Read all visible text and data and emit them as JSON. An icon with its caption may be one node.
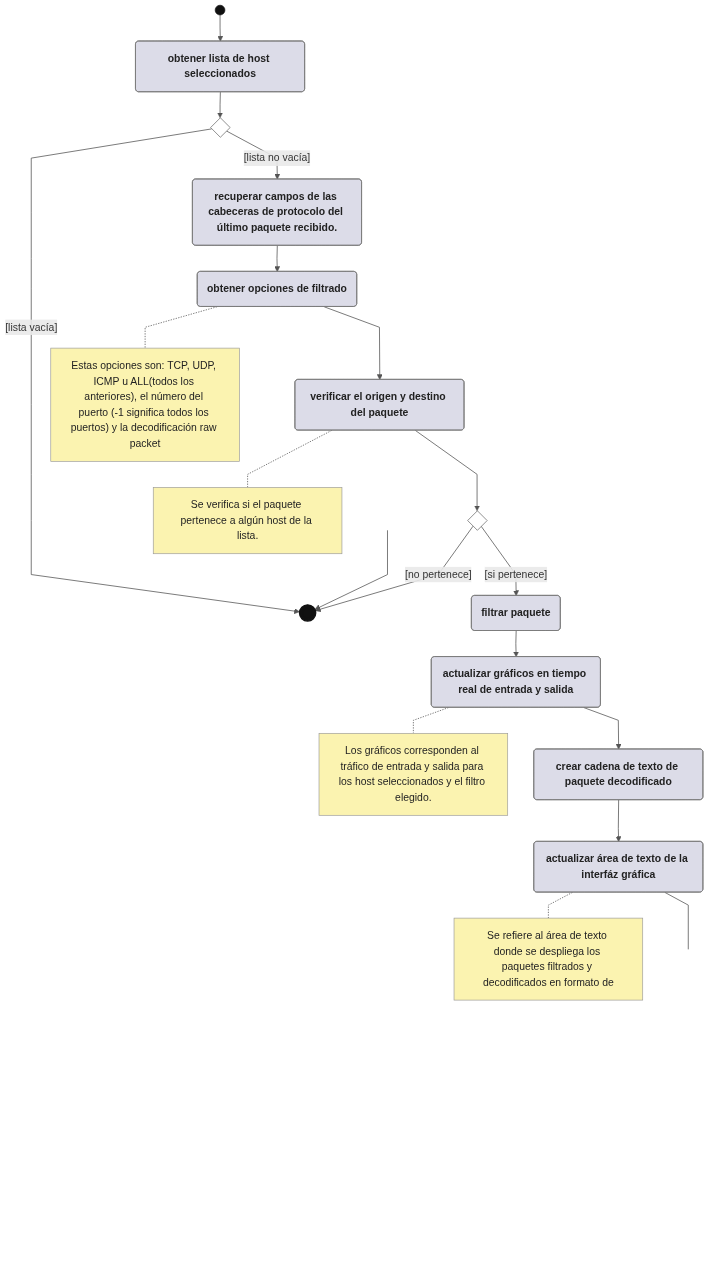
{
  "diagram": {
    "nodes": [
      {
        "text": [],
        "shape": "circle"
      },
      {
        "text": [
          "obtener lista de host seleccionados"
        ]
      },
      {
        "text": [],
        "shape": "diamond"
      },
      {
        "text": [],
        "shape": "circle"
      },
      {
        "text": [
          "recuperar campos de las cabeceras de protocolo del último paquete recibido."
        ]
      },
      {
        "text": [
          "obtener opciones de filtrado"
        ]
      },
      {
        "text": [
          "Estas opciones son: TCP, UDP, ICMP u ALL(todos los anteriores), el número del puerto (-1 significa todos los puertos) y la decodificación raw packet"
        ]
      },
      {
        "text": [
          "verificar el origen y destino del paquete"
        ]
      },
      {
        "text": [
          "Se verifica si el paquete pertenece a algún host de la lista."
        ]
      },
      {
        "text": [],
        "shape": "diamond"
      },
      {
        "text": [
          "filtrar paquete"
        ]
      },
      {
        "text": [
          "actualizar gráficos en tiempo real de entrada y salida"
        ]
      },
      {
        "text": [
          "Los gráficos corresponden al tráfico de entrada y salida para los host seleccionados y el filtro elegido."
        ]
      },
      {
        "text": [
          "crear cadena de texto de paquete decodificado"
        ]
      },
      {
        "text": [
          "actualizar área de texto de la interfáz gráfica"
        ]
      },
      {
        "text": [
          "Se refiere al área de texto donde se despliega los paquetes filtrados y decodificados en formato de"
        ]
      }
    ],
    "edges": [
      {
        "from": 0,
        "to": 1,
        "arrow": "to"
      },
      {
        "from": 1,
        "to": 2,
        "arrow": "to"
      },
      {
        "from": 2,
        "to": 3,
        "arrow": "to",
        "label": "[lista vacía]"
      },
      {
        "from": 2,
        "to": 4,
        "arrow": "to",
        "label": "[lista no vacía]"
      },
      {
        "from": null,
        "to": 3,
        "arrow": "to"
      },
      {
        "from": 4,
        "to": 5,
        "arrow": "to"
      },
      {
        "from": 5,
        "to": 6,
        "arrow": "none",
        "style": "dashed"
      },
      {
        "from": 5,
        "to": 7,
        "arrow": "to"
      },
      {
        "from": 7,
        "to": 8,
        "arrow": "none",
        "style": "dashed"
      },
      {
        "from": 7,
        "to": 9,
        "arrow": "to"
      },
      {
        "from": 9,
        "to": 3,
        "arrow": "to",
        "label": "[no pertenece]"
      },
      {
        "from": 9,
        "to": 10,
        "arrow": "to",
        "label": "[si pertenece]"
      },
      {
        "from": 10,
        "to": 11,
        "arrow": "to"
      },
      {
        "from": 11,
        "to": 12,
        "arrow": "none",
        "style": "dashed"
      },
      {
        "from": 11,
        "to": 13,
        "arrow": "to"
      },
      {
        "from": 13,
        "to": 14,
        "arrow": "to"
      },
      {
        "from": 14,
        "to": 15,
        "arrow": "none",
        "style": "dashed"
      },
      {
        "from": 14,
        "to": null,
        "arrow": "none"
      }
    ]
  }
}
